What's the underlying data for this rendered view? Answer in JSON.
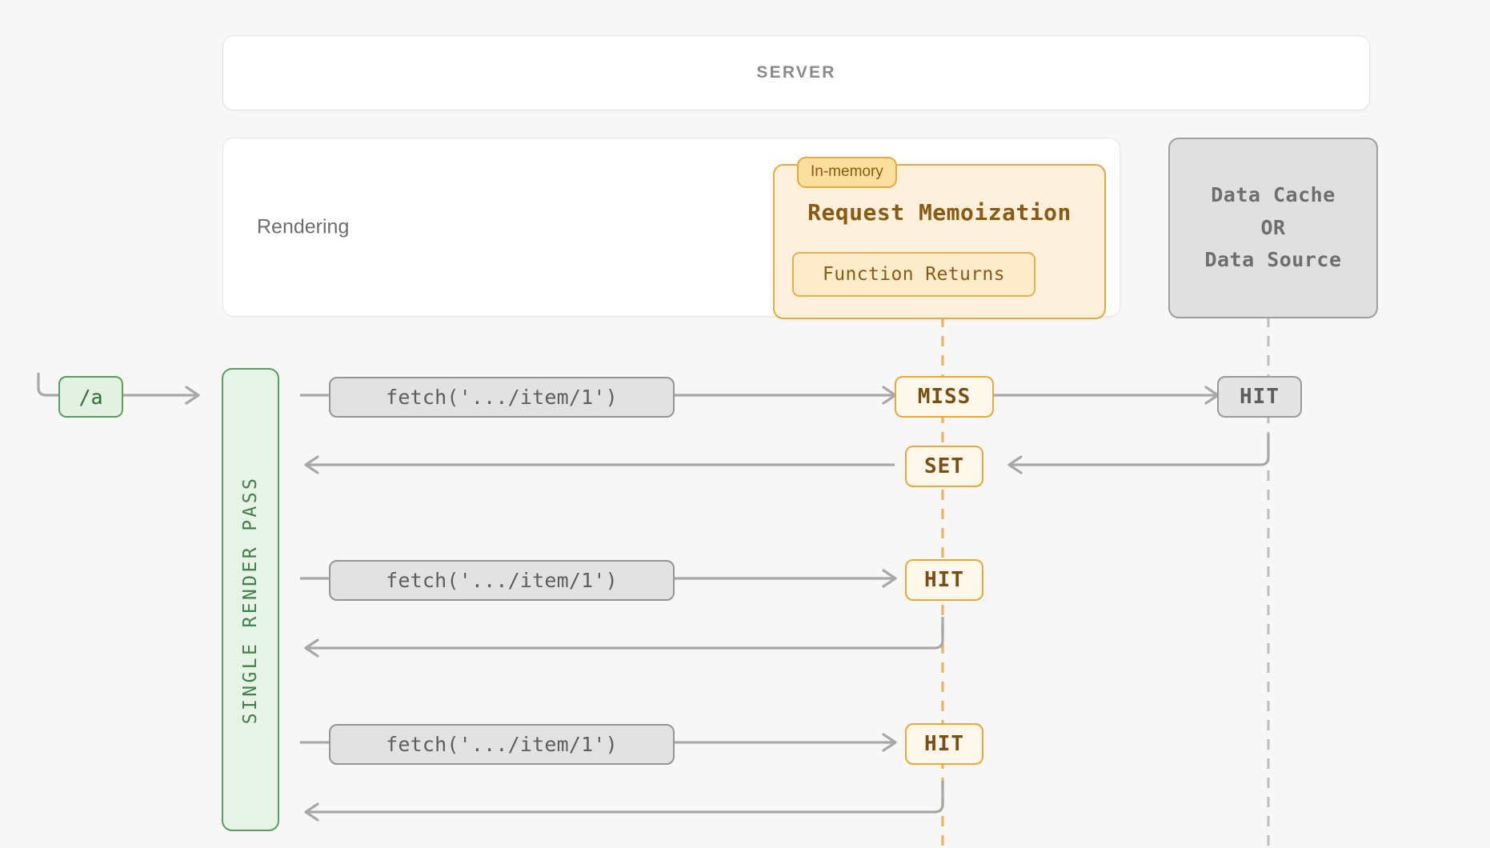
{
  "header": {
    "title": "SERVER"
  },
  "rendering_panel": {
    "label": "Rendering"
  },
  "memoization": {
    "tag": "In-memory",
    "title": "Request Memoization",
    "sub": "Function Returns"
  },
  "data_cache": {
    "line1": "Data Cache",
    "line2": "OR",
    "line3": "Data Source"
  },
  "route": {
    "label": "/a"
  },
  "render_pass": {
    "label": "SINGLE RENDER PASS"
  },
  "rows": [
    {
      "fetch": "fetch('.../item/1')",
      "memo_status": "MISS",
      "cache_status": "HIT"
    },
    {
      "memo_status": "SET"
    },
    {
      "fetch": "fetch('.../item/1')",
      "memo_status": "HIT"
    },
    {
      "fetch": "fetch('.../item/1')",
      "memo_status": "HIT"
    }
  ],
  "colors": {
    "background": "#f7f7f7",
    "amber_border": "#e7a93a",
    "amber_fill": "#fdf1dd",
    "amber_text": "#8a5a12",
    "green_border": "#5a9e5f",
    "green_fill": "#e8f3e8",
    "green_text": "#43804a",
    "gray_border": "#9a9a9a",
    "gray_fill": "#e2e2e2",
    "gray_text": "#5d5d5d",
    "edge_gray": "#a8a8a8",
    "dashed_amber": "#e8b964",
    "dashed_gray": "#bdbdbd"
  }
}
